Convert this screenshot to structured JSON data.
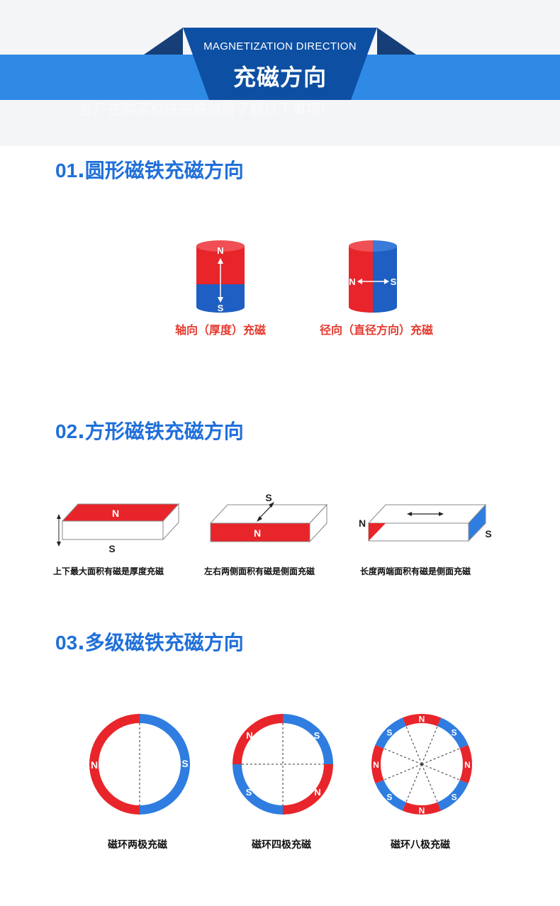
{
  "header": {
    "title_en": "MAGNETIZATION DIRECTION",
    "title_zh": "充磁方向",
    "ghost_line": "各厂在购买校铁磁铁前需了解以下事项!"
  },
  "colors": {
    "accent_blue": "#2f8ae6",
    "banner_dark_blue": "#0d4fa3",
    "section_title_blue": "#1f6fd9",
    "magnet_red": "#e8252a",
    "magnet_blue": "#1f5fc4",
    "caption_red": "#e43a2f"
  },
  "sections": [
    {
      "number": "01",
      "title": ".圆形磁铁充磁方向",
      "items": [
        {
          "caption": "轴向（厚度）充磁",
          "poles": [
            "N",
            "S"
          ],
          "icon": "axial-cylinder-icon"
        },
        {
          "caption": "径向（直径方向）充磁",
          "poles": [
            "N",
            "S"
          ],
          "icon": "radial-cylinder-icon"
        }
      ]
    },
    {
      "number": "02",
      "title": ".方形磁铁充磁方向",
      "items": [
        {
          "caption": "上下最大面积有磁是厚度充磁",
          "poles": [
            "N",
            "S"
          ],
          "icon": "thickness-block-icon"
        },
        {
          "caption": "左右两侧面积有磁是侧面充磁",
          "poles": [
            "S",
            "N"
          ],
          "icon": "side-block-icon"
        },
        {
          "caption": "长度两端面积有磁是侧面充磁",
          "poles": [
            "N",
            "S"
          ],
          "icon": "end-block-icon"
        }
      ]
    },
    {
      "number": "03",
      "title": ".多级磁铁充磁方向",
      "items": [
        {
          "caption": "磁环两极充磁",
          "poles": [
            "N",
            "S"
          ],
          "icon": "two-pole-ring-icon"
        },
        {
          "caption": "磁环四极充磁",
          "poles": [
            "N",
            "S",
            "S",
            "N"
          ],
          "icon": "four-pole-ring-icon"
        },
        {
          "caption": "磁环八极充磁",
          "poles": [
            "N",
            "S",
            "N",
            "S",
            "N",
            "S",
            "N",
            "S"
          ],
          "icon": "eight-pole-ring-icon"
        }
      ]
    }
  ]
}
